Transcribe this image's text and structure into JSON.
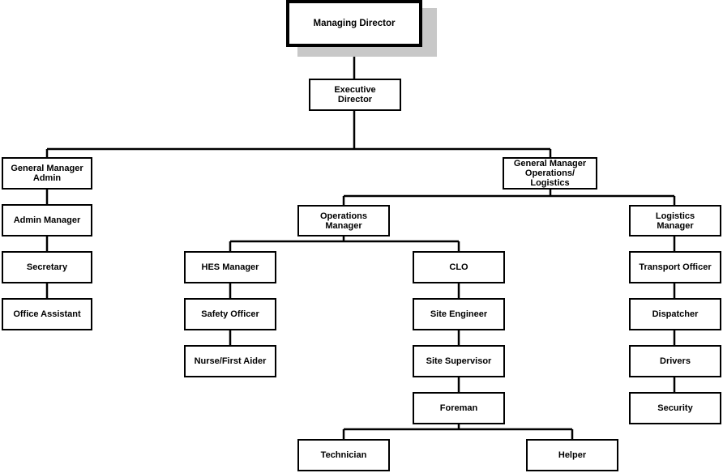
{
  "org_chart": {
    "managing_director": "Managing Director",
    "executive_director": "Executive\nDirector",
    "gm_admin": "General Manager\nAdmin",
    "admin_manager": "Admin Manager",
    "secretary": "Secretary",
    "office_assistant": "Office Assistant",
    "gm_operations": "General Manager\nOperations/\nLogistics",
    "operations_manager": "Operations\nManager",
    "hes_manager": "HES Manager",
    "safety_officer": "Safety Officer",
    "nurse_first_aider": "Nurse/First Aider",
    "clo": "CLO",
    "site_engineer": "Site Engineer",
    "site_supervisor": "Site Supervisor",
    "foreman": "Foreman",
    "technician": "Technician",
    "helper": "Helper",
    "logistics_manager": "Logistics\nManager",
    "transport_officer": "Transport Officer",
    "dispatcher": "Dispatcher",
    "drivers": "Drivers",
    "security": "Security"
  }
}
